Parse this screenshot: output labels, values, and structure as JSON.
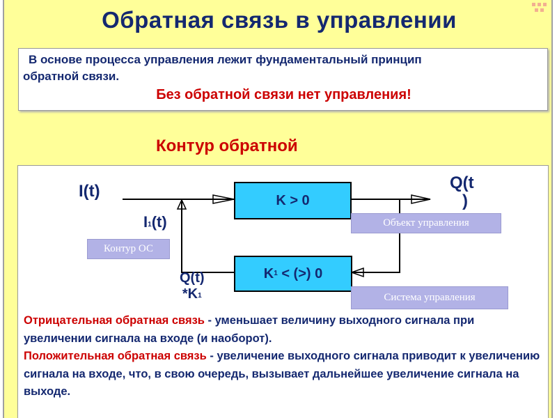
{
  "slide": {
    "title": "Обратная связь в управлении",
    "principle": {
      "line1": "В основе процесса управления лежит фундаментальный принцип",
      "line2": "обратной связи.",
      "emphasis": "Без обратной связи нет управления!"
    },
    "diagram_title": "Контур обратной",
    "diagram": {
      "input_label": "I(t)",
      "feedback_input_label": "I",
      "feedback_input_sub": "1",
      "feedback_input_rest": "(t)",
      "output_label_line1": "Q(t",
      "output_label_line2": ")",
      "forward_block": "K > 0",
      "feedback_block_k": "K",
      "feedback_block_sub": "1",
      "feedback_block_rest": " < (>) 0",
      "feedback_signal_line1": "Q(t)",
      "feedback_signal_line2": "*K",
      "feedback_signal_sub": "1",
      "tag_object": "Объект управления",
      "tag_loop": "Контур ОС",
      "tag_system": "Система управления"
    },
    "definitions": {
      "negative_term": "Отрицательная обратная связь",
      "negative_text": " - уменьшает величину выходного сигнала при увеличении сигнала на входе (и наоборот).",
      "positive_term": "Положительная обратная связь",
      "positive_text": " - увеличение выходного сигнала приводит к увеличению сигнала на входе, что, в свою очередь, вызывает дальнейшее увеличение сигнала на выходе."
    }
  },
  "colors": {
    "background": "#ffff99",
    "title": "#142870",
    "accent_red": "#cc0000",
    "block_fill": "#33ccff",
    "tag_fill": "#b2b2e6"
  }
}
